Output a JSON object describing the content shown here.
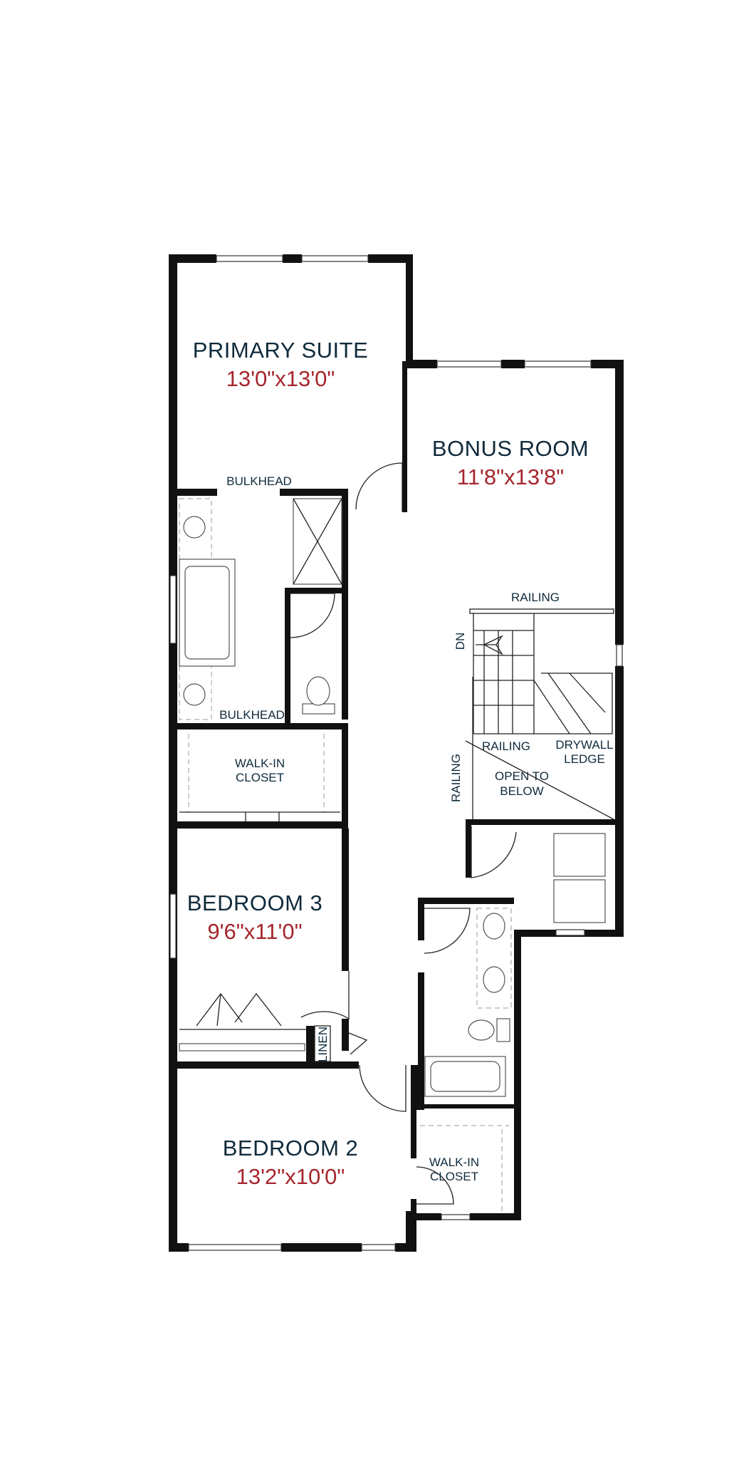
{
  "rooms": {
    "primary_suite": {
      "name": "PRIMARY SUITE",
      "dim": "13'0\"x13'0\""
    },
    "bonus_room": {
      "name": "BONUS ROOM",
      "dim": "11'8\"x13'8\""
    },
    "bedroom_3": {
      "name": "BEDROOM 3",
      "dim": "9'6\"x11'0\""
    },
    "bedroom_2": {
      "name": "BEDROOM 2",
      "dim": "13'2\"x10'0\""
    }
  },
  "labels": {
    "bulkhead_top": "BULKHEAD",
    "bulkhead_bottom": "BULKHEAD",
    "walk_in_closet_1_line1": "WALK-IN",
    "walk_in_closet_1_line2": "CLOSET",
    "walk_in_closet_2_line1": "WALK-IN",
    "walk_in_closet_2_line2": "CLOSET",
    "railing_top": "RAILING",
    "railing_mid": "RAILING",
    "railing_side": "RAILING",
    "drywall_ledge_line1": "DRYWALL",
    "drywall_ledge_line2": "LEDGE",
    "open_to_below_line1": "OPEN TO",
    "open_to_below_line2": "BELOW",
    "dn": "DN",
    "linen": "LINEN"
  },
  "colors": {
    "wall": "#111111",
    "room_name": "#0f2a3b",
    "room_dim": "#a5262d"
  }
}
